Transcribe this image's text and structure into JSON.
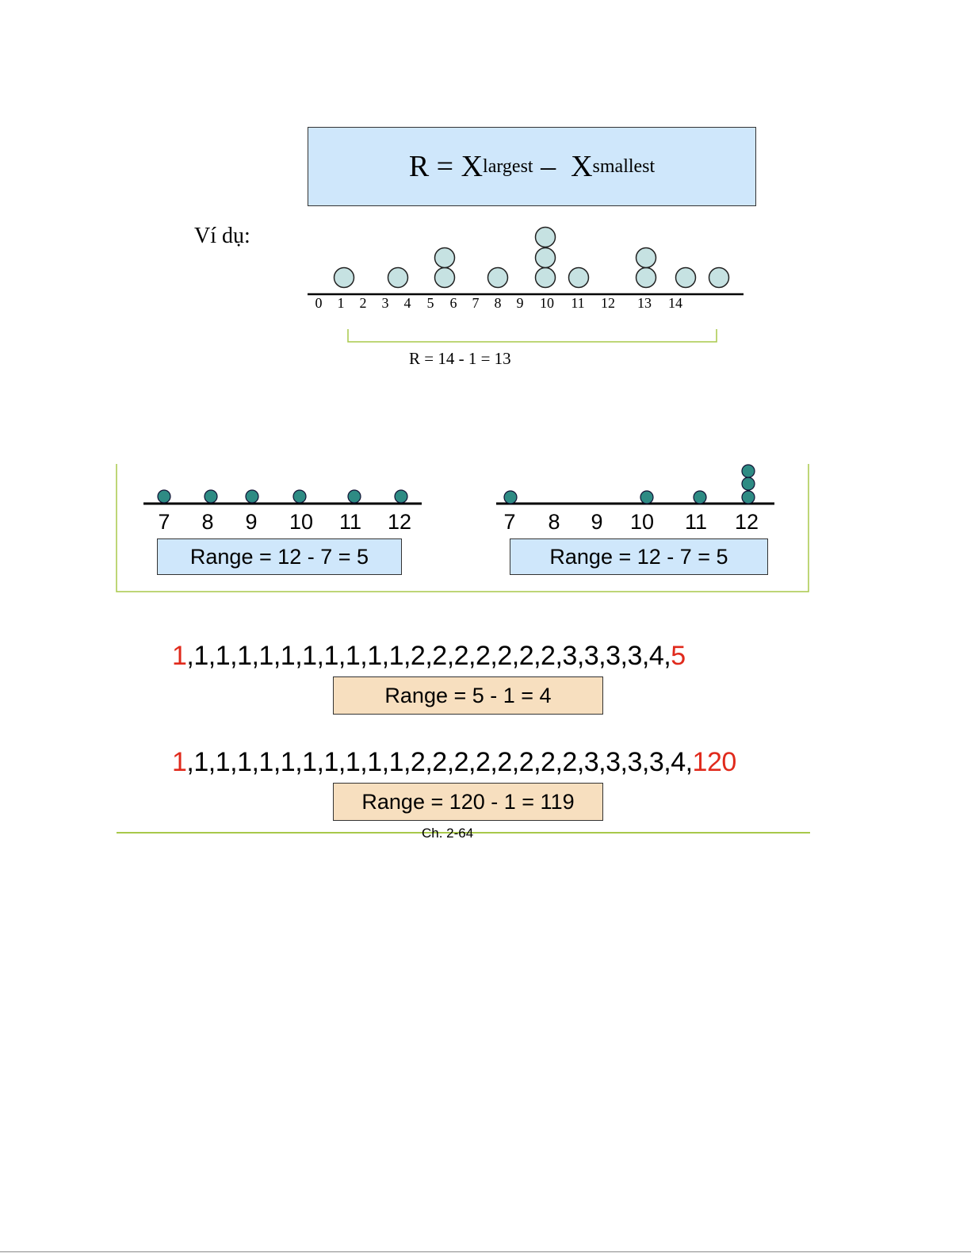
{
  "formula": {
    "lhs": "R = X",
    "sub1": "largest",
    "minus": " –  X",
    "sub2": "smallest"
  },
  "example_label": "Ví dụ:",
  "dotplot1": {
    "ticks": [
      "0",
      "1",
      "2",
      "3",
      "4",
      "5",
      "6",
      "7",
      "8",
      "9",
      "10",
      "11",
      "12",
      "13",
      "14"
    ],
    "result": "R = 14 - 1 = 13"
  },
  "dotplot2": {
    "ticks": [
      "7",
      "8",
      "9",
      "10",
      "11",
      "12"
    ],
    "range": "Range = 12 - 7 = 5"
  },
  "dotplot3": {
    "ticks": [
      "7",
      "8",
      "9",
      "10",
      "11",
      "12"
    ],
    "range": "Range = 12 - 7 = 5"
  },
  "seq1": {
    "first": "1",
    "middle": ",1,1,1,1,1,1,1,1,1,1,2,2,2,2,2,2,2,3,3,3,3,4,",
    "last": "5",
    "range": "Range = 5 - 1 = 4"
  },
  "seq2": {
    "first": "1",
    "middle": ",1,1,1,1,1,1,1,1,1,1,2,2,2,2,2,2,2,2,3,3,3,3,4,",
    "last": "120",
    "range": "Range = 120 - 1 = 119"
  },
  "footer": "Ch. 2-64",
  "colors": {
    "light_blue": "#cfe7fb",
    "tan": "#f7dfbf",
    "red": "#e02a1c",
    "green_line": "#a8c84a",
    "teal_dot": "#2e8b84"
  }
}
